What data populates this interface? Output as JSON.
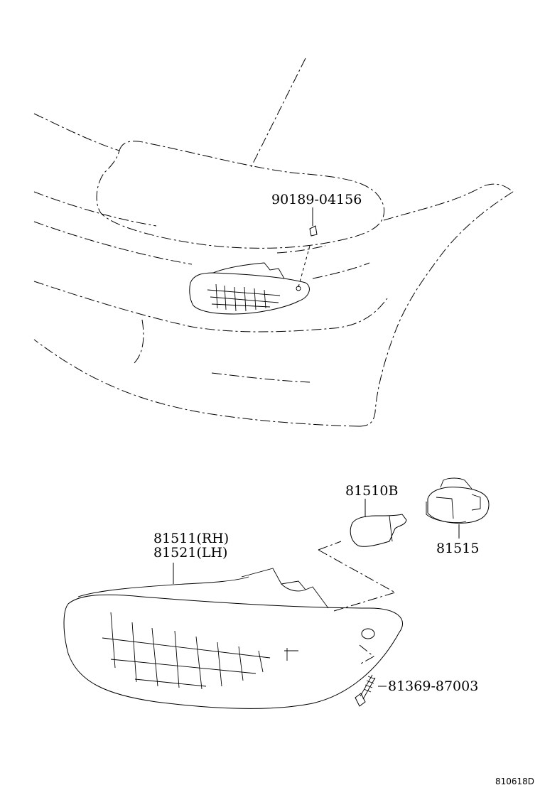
{
  "diagram_id": "810618D",
  "parts": {
    "clip": "90189-04156",
    "bulb": "81510B",
    "socket": "81515",
    "lamp_rh": "81511(RH)",
    "lamp_lh": "81521(LH)",
    "screw": "81369-87003"
  }
}
